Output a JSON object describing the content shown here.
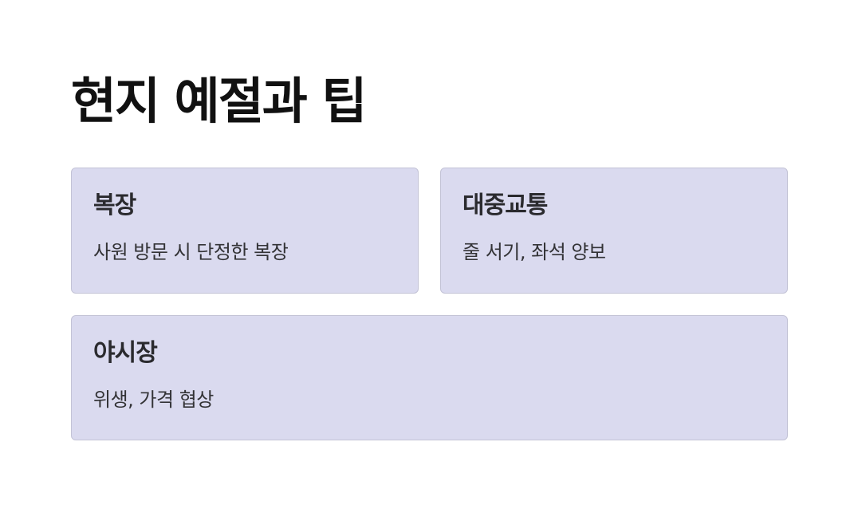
{
  "page": {
    "title": "현지 예절과 팁"
  },
  "cards": [
    {
      "heading": "복장",
      "text": "사원 방문 시 단정한 복장"
    },
    {
      "heading": "대중교통",
      "text": "줄 서기, 좌석 양보"
    },
    {
      "heading": "야시장",
      "text": "위생, 가격 협상"
    }
  ],
  "colors": {
    "card_background": "#dadaef",
    "card_border": "#c3c3d6",
    "title_text": "#111111",
    "body_text": "#333336"
  }
}
